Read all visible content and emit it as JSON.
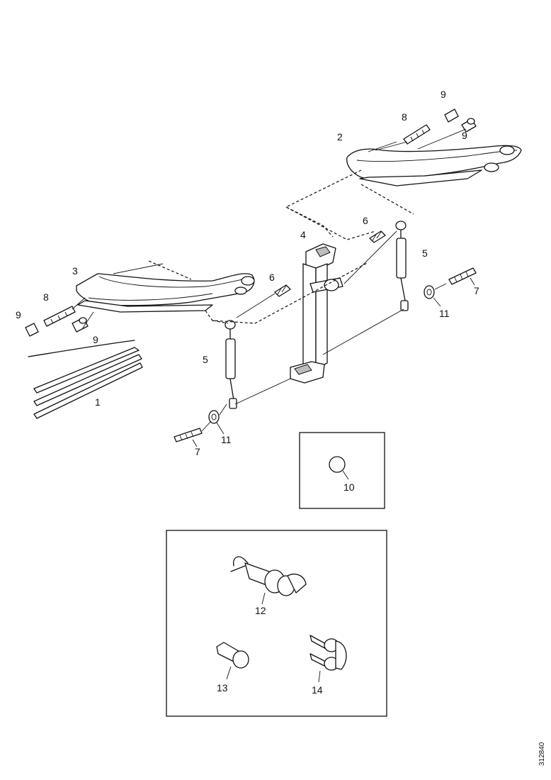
{
  "callouts": {
    "c1": "1",
    "c2": "2",
    "c3": "3",
    "c4": "4",
    "c5a": "5",
    "c5b": "5",
    "c6a": "6",
    "c6b": "6",
    "c7a": "7",
    "c7b": "7",
    "c8a": "8",
    "c8b": "8",
    "c9a": "9",
    "c9b": "9",
    "c9c": "9",
    "c9d": "9",
    "c10": "10",
    "c11a": "11",
    "c11b": "11",
    "c12": "12",
    "c13": "13",
    "c14": "14"
  },
  "doc_id": "312840"
}
